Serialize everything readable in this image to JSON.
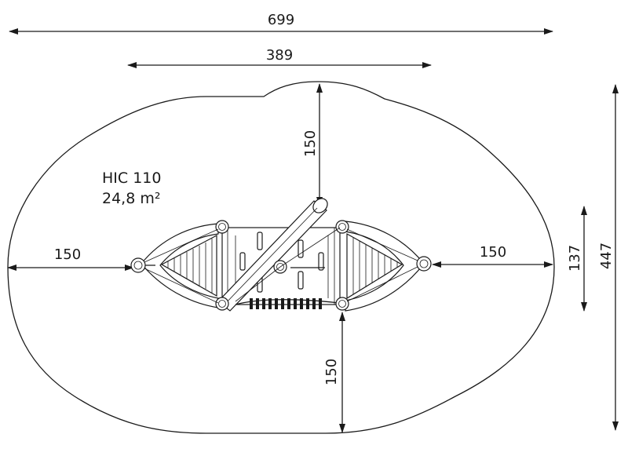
{
  "info": {
    "hic": "HIC 110",
    "area": "24,8 m²"
  },
  "dimensions": {
    "overall_width": "699",
    "structure_width": "389",
    "top_clearance": "150",
    "left_clearance": "150",
    "right_clearance": "150",
    "bottom_clearance": "150",
    "structure_depth": "137",
    "overall_depth": "447"
  }
}
